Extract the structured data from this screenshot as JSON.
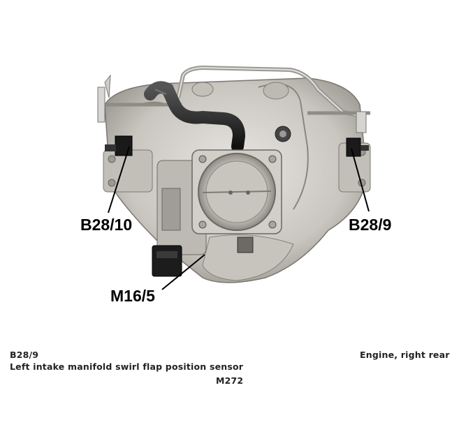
{
  "callouts": {
    "b28_10": "B28/10",
    "b28_9": "B28/9",
    "m16_5": "M16/5"
  },
  "caption": {
    "code": "B28/9",
    "location": "Engine, right rear",
    "description": "Left intake manifold swirl flap position sensor",
    "engine": "M272"
  }
}
